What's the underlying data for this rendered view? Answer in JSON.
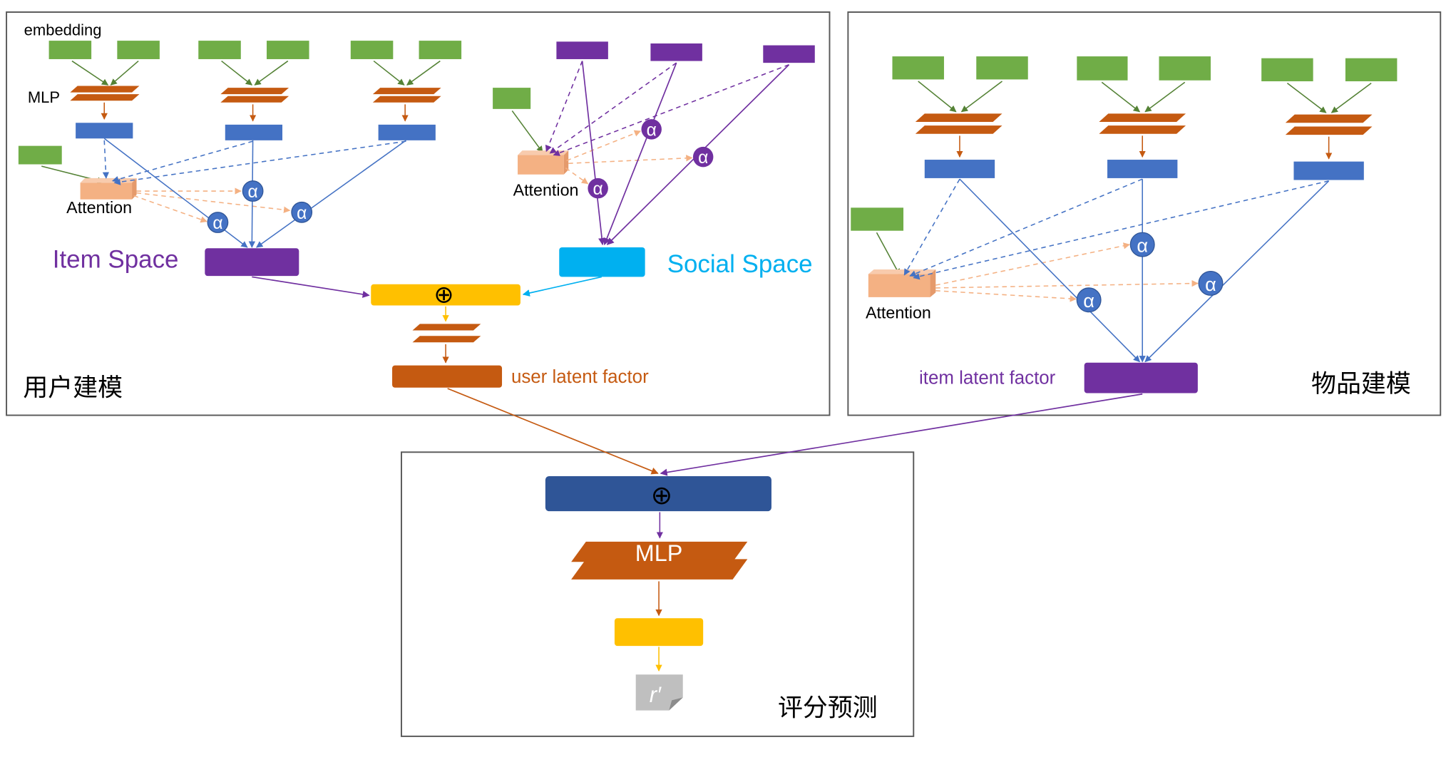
{
  "labels": {
    "embedding": "embedding",
    "mlp_small": "MLP",
    "attention": "Attention",
    "item_space": "Item Space",
    "social_space": "Social Space",
    "user_latent": "user latent factor",
    "item_latent": "item latent factor",
    "user_modeling": "用户建模",
    "item_modeling": "物品建模",
    "rating_prediction": "评分预测",
    "mlp_big": "MLP",
    "concat_symbol": "⊕",
    "alpha": "α",
    "r_prime": "r′"
  },
  "colors": {
    "green": "#70AD47",
    "orange": "#C55A11",
    "blue": "#4472C4",
    "purple": "#7030A0",
    "cyan": "#00B0F0",
    "yellow": "#FFC000",
    "peach": "#F4B183",
    "navy": "#2F5597",
    "gray": "#BFBFBF"
  }
}
